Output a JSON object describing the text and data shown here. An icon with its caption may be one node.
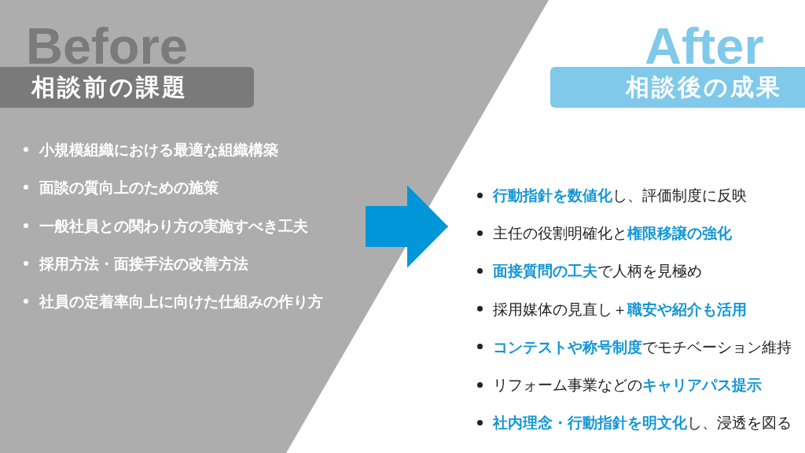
{
  "diagram": {
    "nodes": [
      {
        "text": [
          "Before",
          "小規模組織における最適な組織構築",
          "面談の質向上のための施策",
          "一般社員との関わり方の実施すべき工夫",
          "採用方法・面接手法の改善方法",
          "社員の定着率向上に向けた仕組みの作り方"
        ]
      },
      {
        "text": [
          "相談前の課題"
        ],
        "in": 0
      },
      {
        "text": [
          "After",
          "**行動指針を数値化**し、評価制度に反映",
          "主任の役割明確化と**権限移譲の強化**",
          "**面接質問の工夫**で人柄を見極め",
          "採用媒体の見直し＋**職安や紹介も活用**",
          "**コンテストや称号制度**でモチベーション維持",
          "リフォーム事業などの**キャリアパス提示**",
          "**社内理念・行動指針を明文化**し、浸透を図る"
        ]
      },
      {
        "text": [
          "相談後の成果"
        ],
        "in": 2
      }
    ],
    "edges": [
      {
        "from": 0,
        "to": 2,
        "arrow": "to"
      }
    ]
  }
}
